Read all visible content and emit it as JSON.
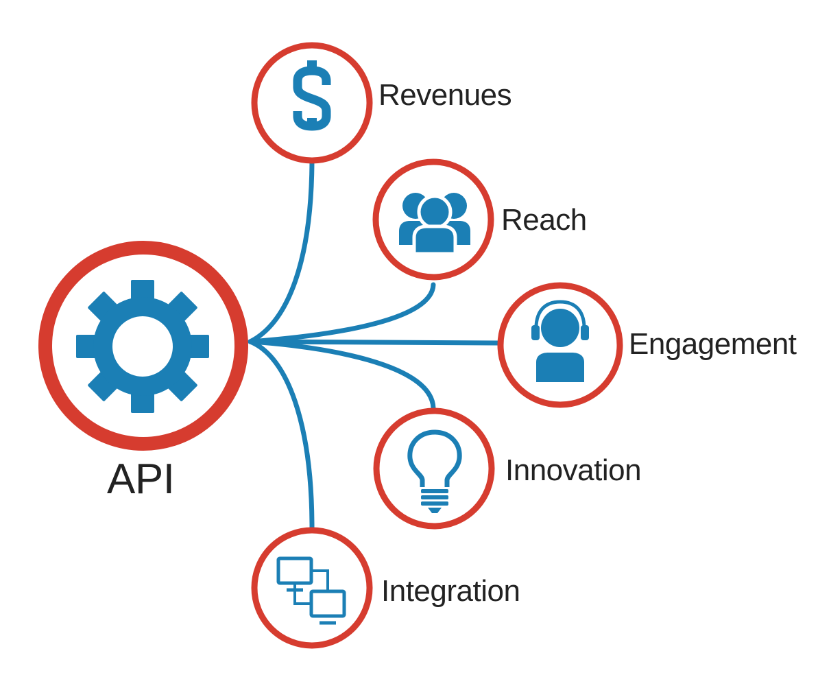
{
  "center": {
    "label": "API",
    "icon": "gear-icon"
  },
  "benefits": [
    {
      "id": "revenues",
      "label": "Revenues",
      "icon": "dollar-icon"
    },
    {
      "id": "reach",
      "label": "Reach",
      "icon": "people-group-icon"
    },
    {
      "id": "engagement",
      "label": "Engagement",
      "icon": "headset-user-icon"
    },
    {
      "id": "innovation",
      "label": "Innovation",
      "icon": "lightbulb-icon"
    },
    {
      "id": "integration",
      "label": "Integration",
      "icon": "connected-computers-icon"
    }
  ],
  "colors": {
    "ring": "#d63c2f",
    "icon": "#1b7fb5",
    "connector": "#1b7fb5",
    "text": "#222222"
  }
}
